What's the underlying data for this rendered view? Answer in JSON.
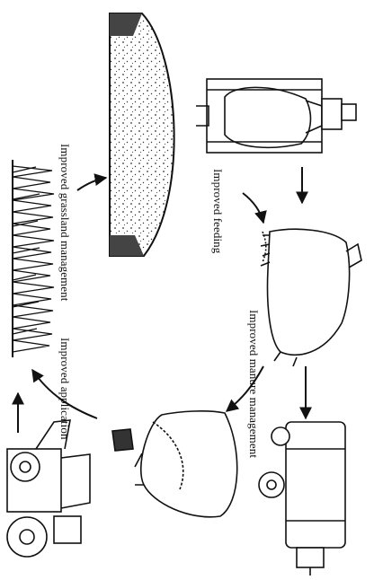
{
  "diagram": {
    "labels": {
      "grassland": "Improved grassland management",
      "feeding": "Improved feeding",
      "manure": "Improved manure management",
      "application": "Improved application"
    },
    "stages": [
      "silage-clamp",
      "cow-in-stall",
      "cow",
      "slurry-tanker",
      "manure-heap",
      "tractor-spreader",
      "grassland"
    ],
    "colors": {
      "ink": "#111111",
      "background": "#ffffff"
    }
  }
}
